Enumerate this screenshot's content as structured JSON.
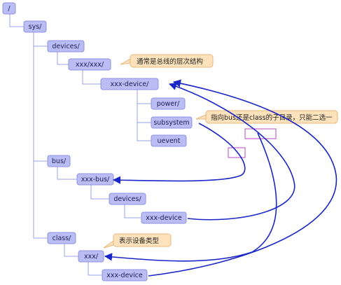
{
  "nodes": {
    "root": "/",
    "sys": "sys/",
    "devices": "devices/",
    "xxx_xxx": "xxx/xxx/",
    "xxx_device": "xxx-device/",
    "power": "power/",
    "subsystem": "subsystem",
    "uevent": "uevent",
    "bus": "bus/",
    "xxx_bus": "xxx-bus/",
    "bus_devices": "devices/",
    "bus_xxx_device": "xxx-device",
    "class": "class/",
    "class_xxx": "xxx/",
    "class_xxx_device": "xxx-device"
  },
  "callouts": {
    "bus_hierarchy": "通常是总线的层次结构",
    "subsystem_note": "指向bus还是class的子目录，只能二选一",
    "device_type": "表示设备类型"
  },
  "colors": {
    "node_fill": "#b9bdf4",
    "callout_fill": "#fde2bc",
    "arrow": "#1a26c8",
    "highlight_box": "#b54ac4"
  }
}
